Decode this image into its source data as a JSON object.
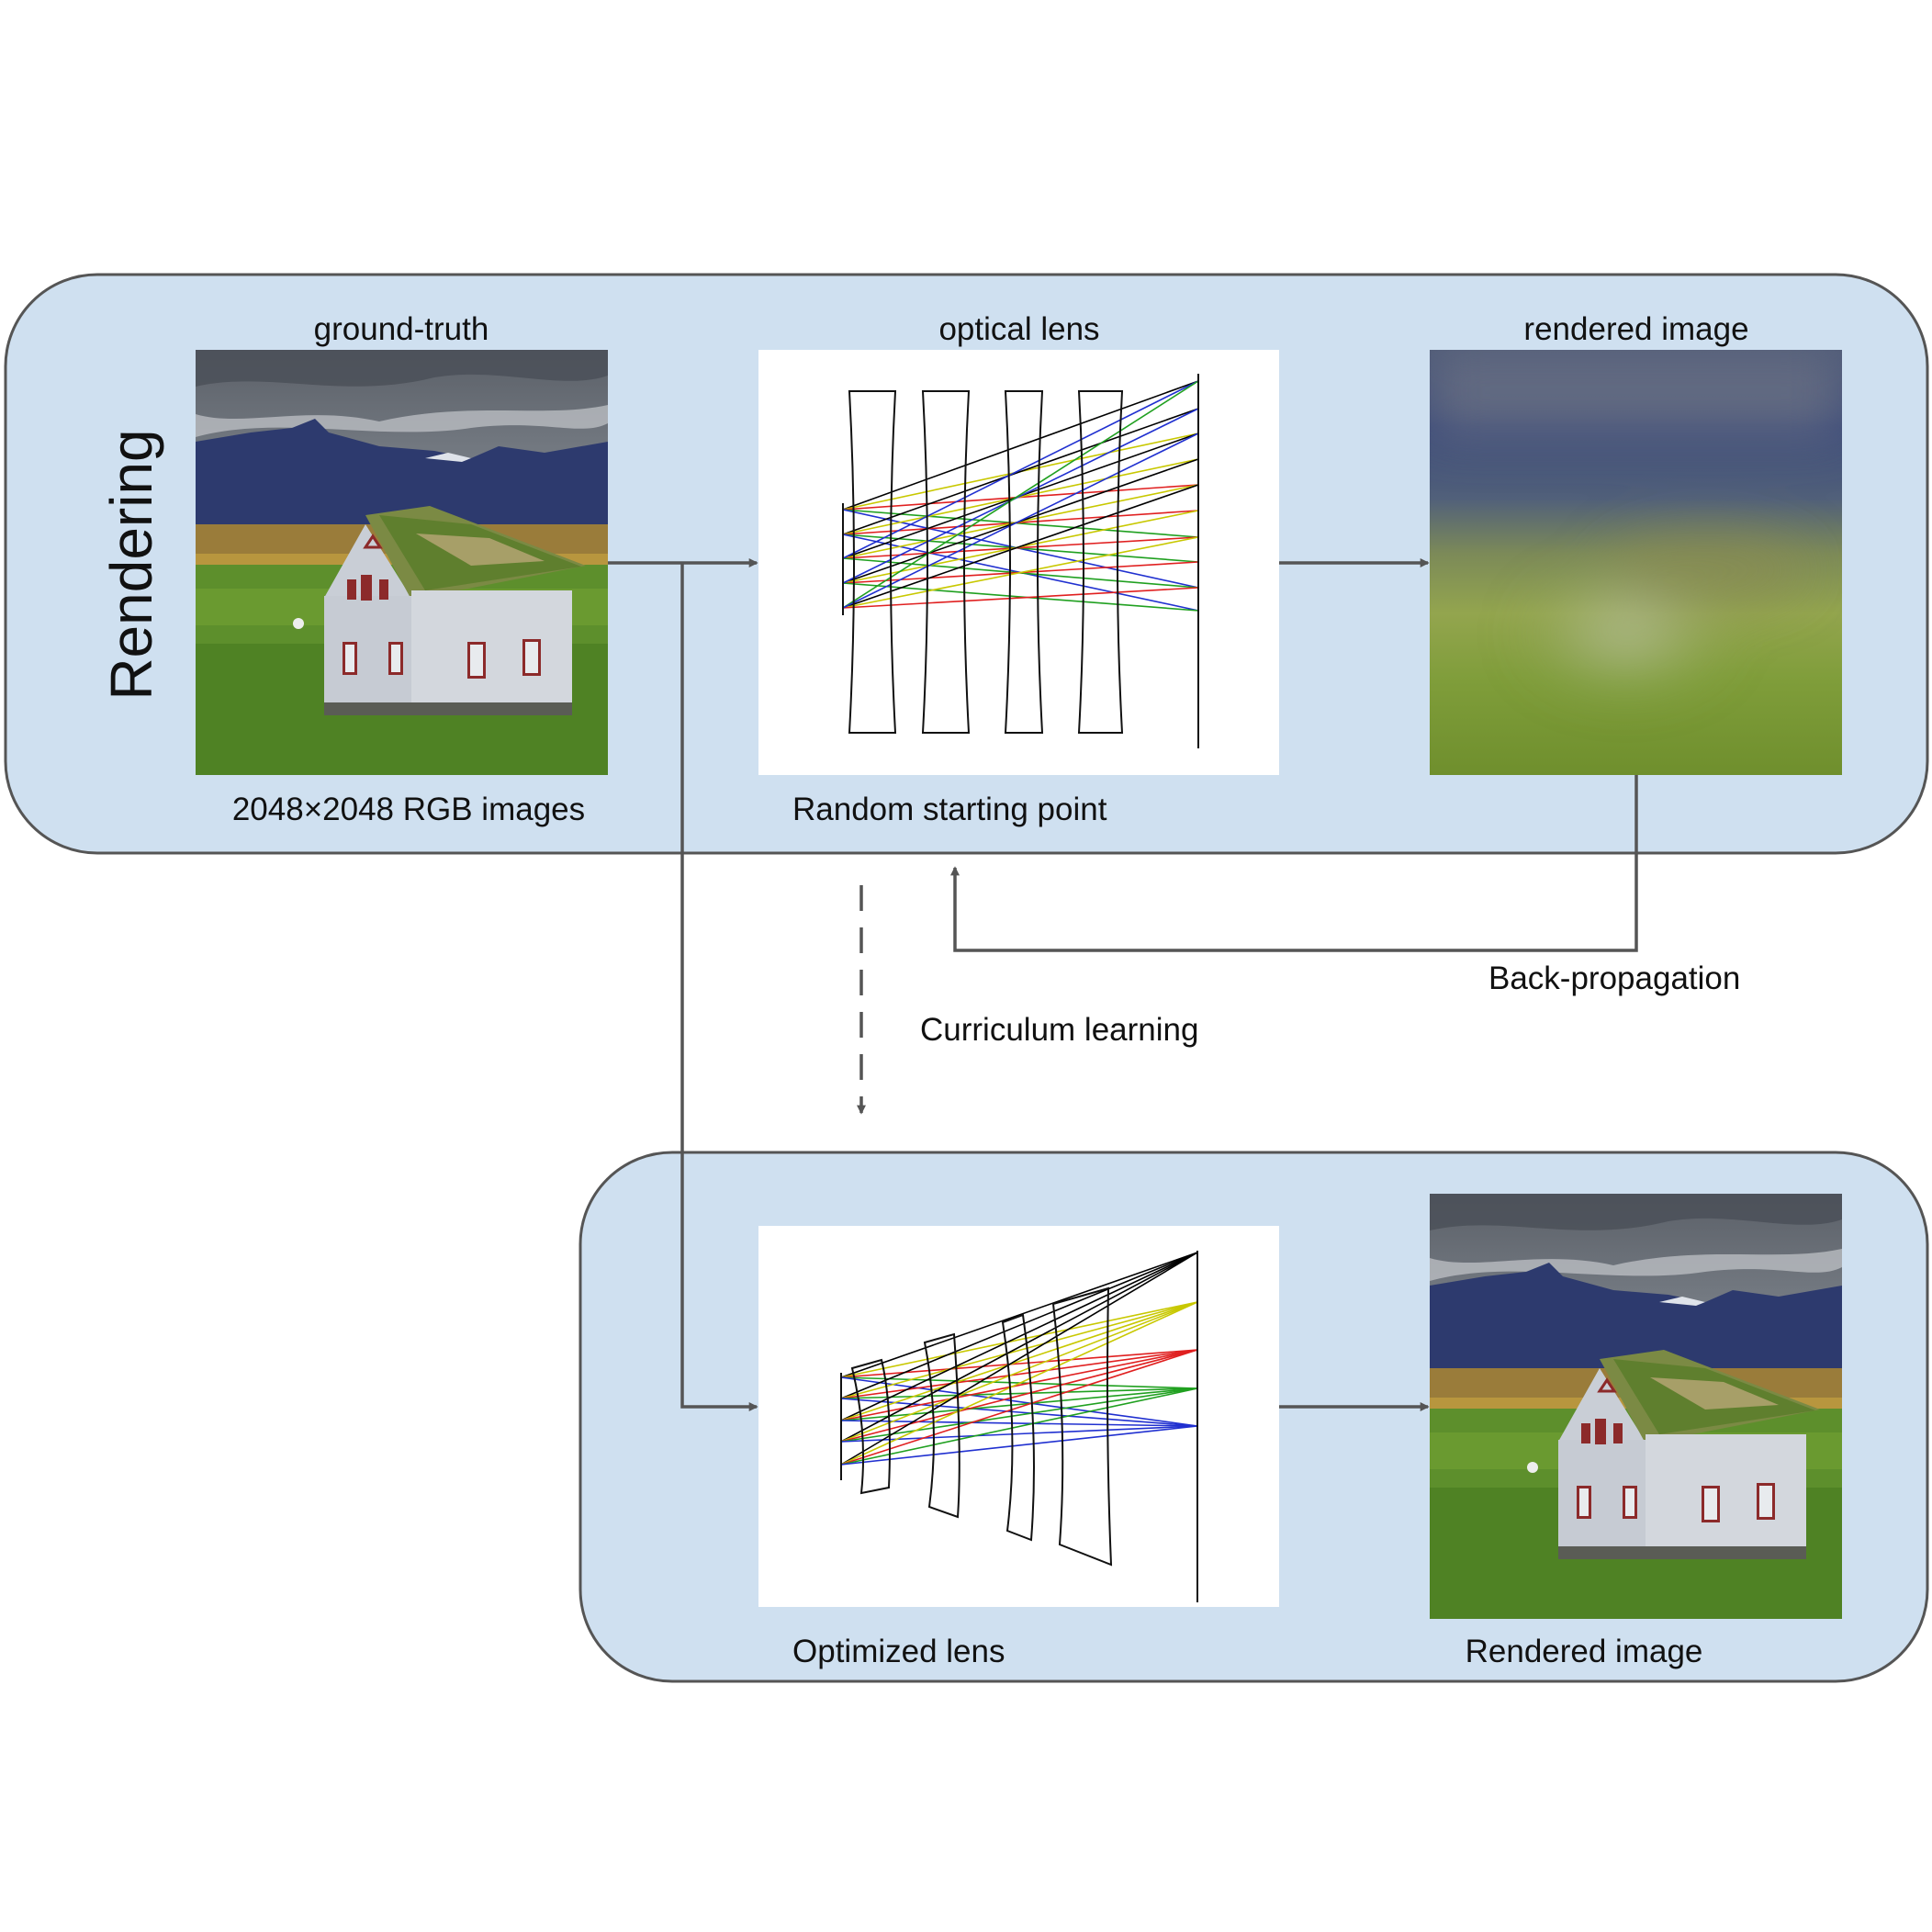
{
  "top_panel": {
    "side_label": "Rendering",
    "label_ground_truth": "ground-truth",
    "label_optical_lens": "optical lens",
    "label_rendered_image": "rendered image",
    "caption_images": "2048×2048 RGB images",
    "caption_start": "Random starting point"
  },
  "connectors": {
    "back_propagation": "Back-propagation",
    "curriculum": "Curriculum learning"
  },
  "bottom_panel": {
    "caption_lens": "Optimized lens",
    "caption_rendered": "Rendered image"
  },
  "colors": {
    "panel_fill": "#cfe0f0",
    "connector": "#555555",
    "ray_colors": [
      "#000000",
      "#c8c800",
      "#e02020",
      "#20a020",
      "#2030d0"
    ]
  },
  "icons": [
    "arrow-right-icon",
    "arrow-up-icon",
    "arrow-down-icon"
  ]
}
